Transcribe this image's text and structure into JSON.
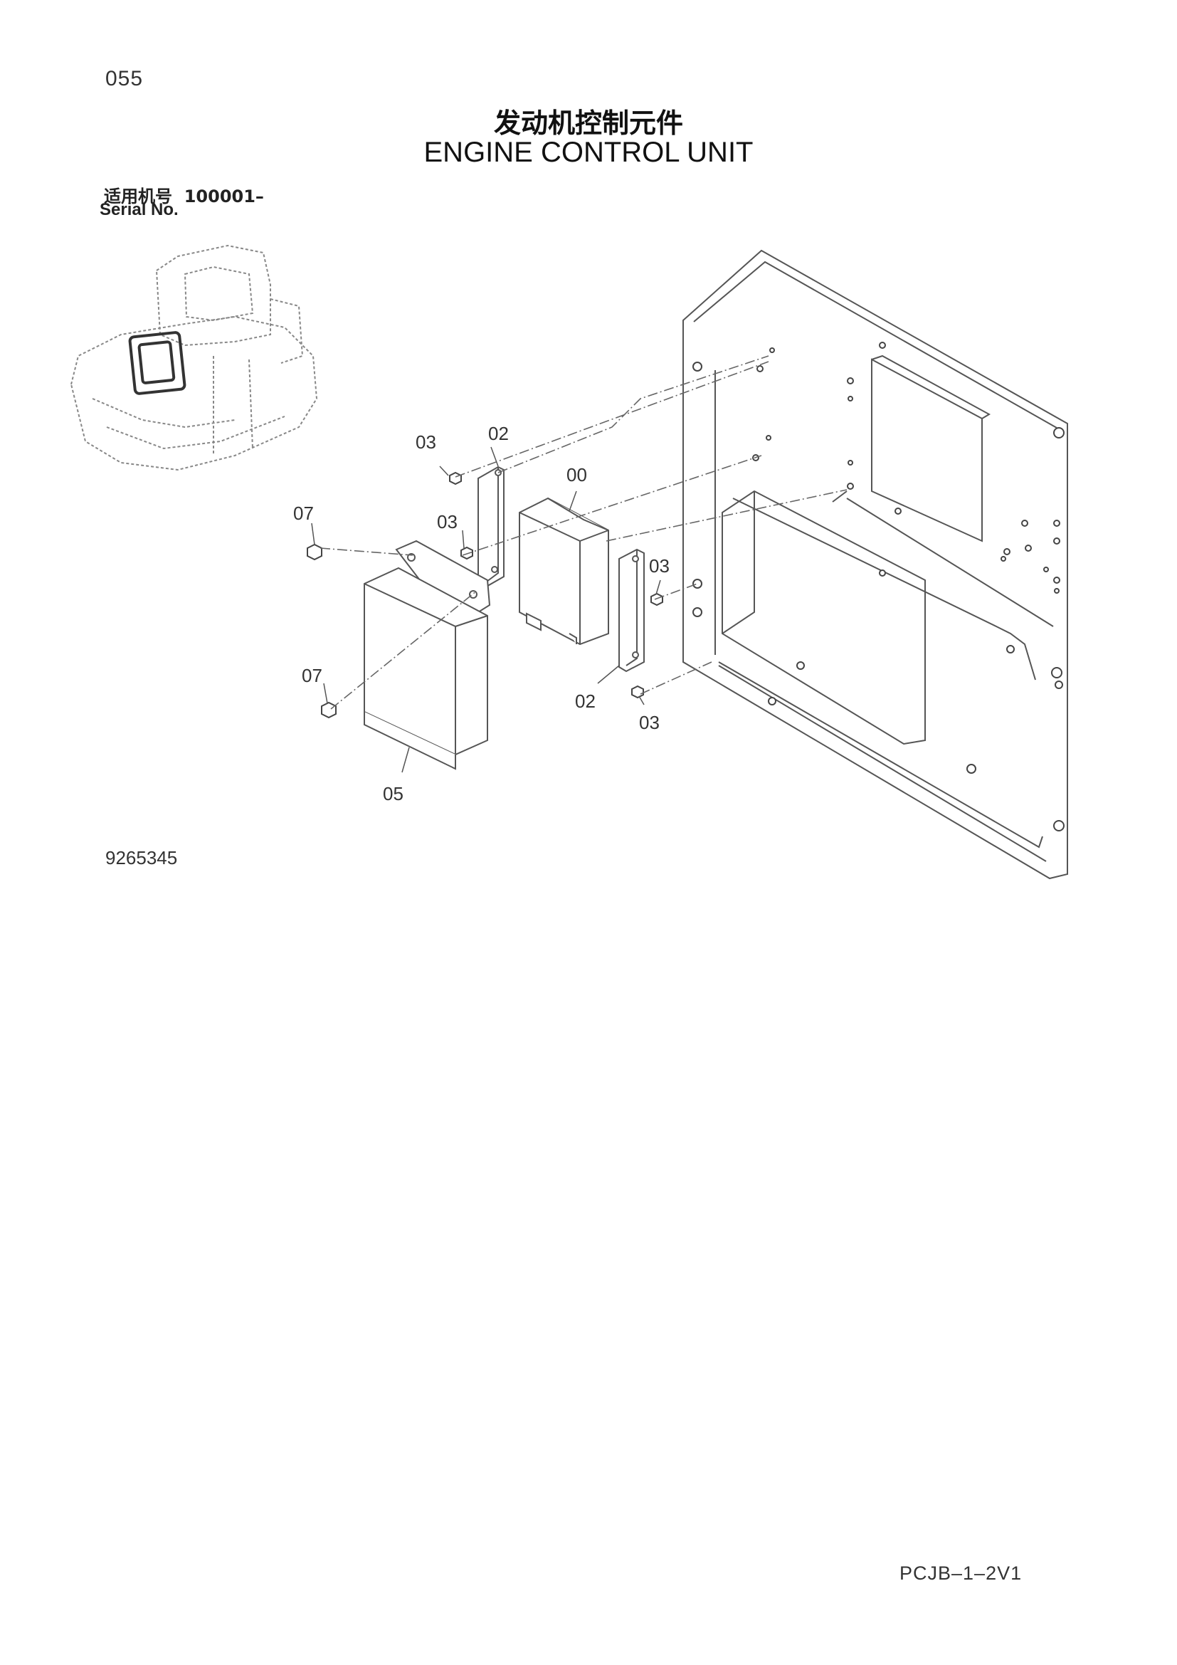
{
  "header": {
    "page_number": "055",
    "title_cn": "发动机控制元件",
    "title_en": "ENGINE CONTROL UNIT",
    "serial_label_cn": "适用机号",
    "serial_range": "100001–",
    "serial_label_en": "Serial No."
  },
  "callouts": {
    "ecu": "00",
    "bracket_upper": "02",
    "bracket_lower": "02",
    "bolt_top": "03",
    "bolt_mid": "03",
    "bolt_right": "03",
    "bolt_bottom": "03",
    "bolt_cover_upper": "07",
    "bolt_cover_lower": "07",
    "cover": "05"
  },
  "footer": {
    "drawing_number": "9265345",
    "page_code": "PCJB–1–2V1"
  }
}
